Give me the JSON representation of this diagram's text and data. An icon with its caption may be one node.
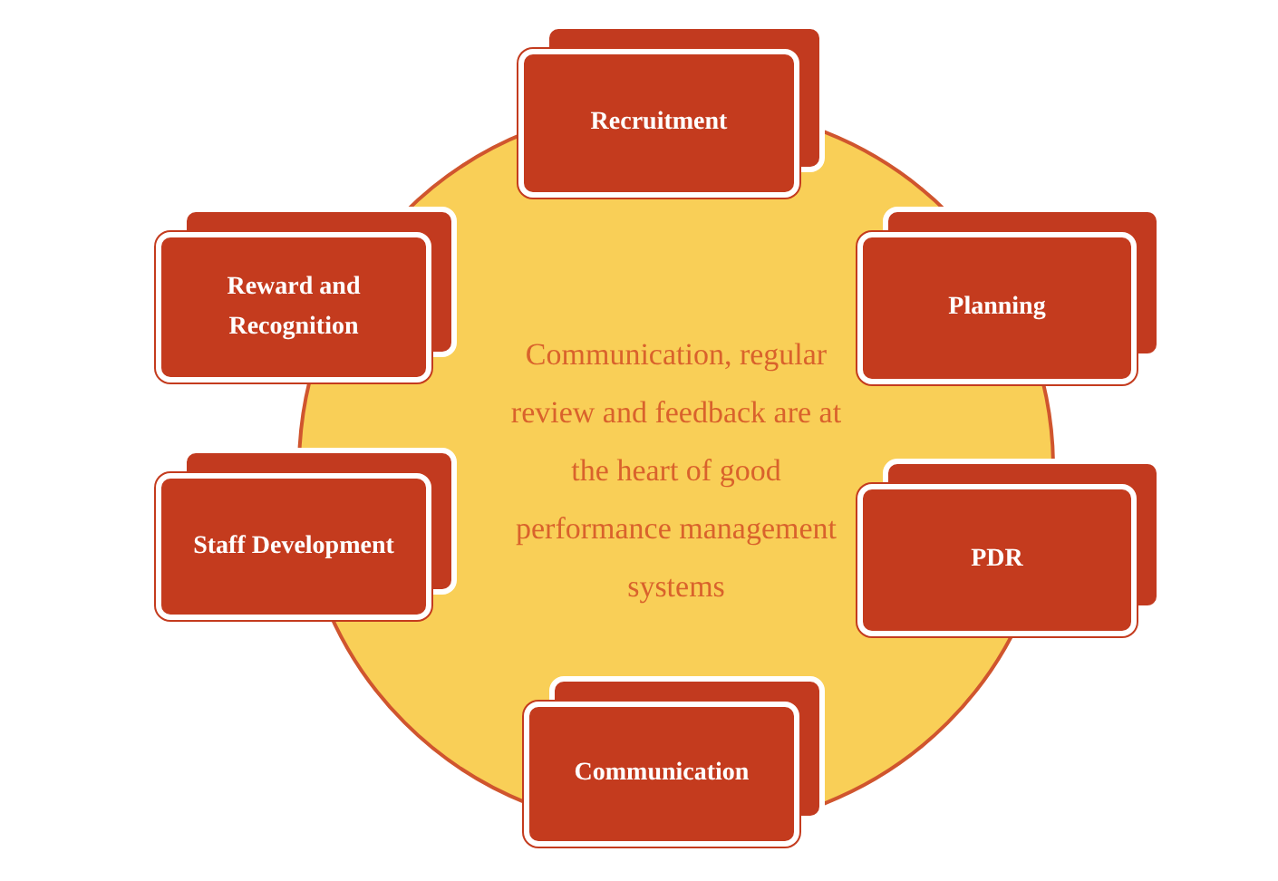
{
  "diagram": {
    "nodes": [
      {
        "text": [
          "Communication, regular review and feedback are at the heart of good performance management systems"
        ]
      },
      {
        "text": [
          "Recruitment"
        ]
      },
      {
        "text": [
          "Reward and Recognition"
        ]
      },
      {
        "text": [
          "Planning"
        ]
      },
      {
        "text": [
          "Staff Development"
        ]
      },
      {
        "text": [
          "PDR"
        ]
      },
      {
        "text": [
          "Communication"
        ]
      }
    ]
  }
}
